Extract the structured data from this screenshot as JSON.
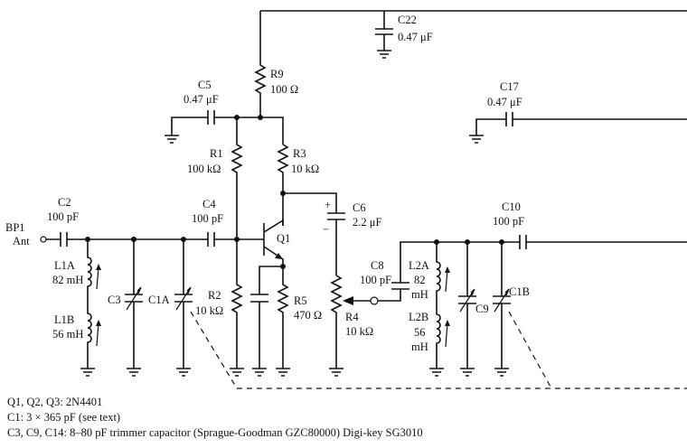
{
  "labels": {
    "bp1": "BP1",
    "ant": "Ant",
    "c2_name": "C2",
    "c2_val": "100 pF",
    "l1a_name": "L1A",
    "l1a_val": "82 mH",
    "l1b_name": "L1B",
    "l1b_val": "56 mH",
    "c3": "C3",
    "c1a": "C1A",
    "c4_name": "C4",
    "c4_val": "100 pF",
    "c5_name": "C5",
    "c5_val": "0.47 μF",
    "r9_name": "R9",
    "r9_val": "100 Ω",
    "c22_name": "C22",
    "c22_val": "0.47 μF",
    "r1_name": "R1",
    "r1_val": "100 kΩ",
    "r3_name": "R3",
    "r3_val": "10 kΩ",
    "q1": "Q1",
    "r2_name": "R2",
    "r2_val": "10 kΩ",
    "r5_name": "R5",
    "r5_val": "470 Ω",
    "c6_name": "C6",
    "c6_val": "2.2 μF",
    "plus": "+",
    "minus": "−",
    "r4_name": "R4",
    "r4_val": "10 kΩ",
    "c8_name": "C8",
    "c8_val": "100 pF",
    "l2a_name": "L2A",
    "l2a_v1": "82",
    "l2a_v2": "mH",
    "l2b_name": "L2B",
    "l2b_v1": "56",
    "l2b_v2": "mH",
    "c9": "C9",
    "c1b": "C1B",
    "c10_name": "C10",
    "c10_val": "100 pF",
    "c17_name": "C17",
    "c17_val": "0.47 μF"
  },
  "notes": {
    "line1": "Q1, Q2, Q3:  2N4401",
    "line2": "C1:  3 × 365 pF (see text)",
    "line3": "C3, C9, C14:  8–80 pF trimmer capacitor (Sprague-Goodman GZC80000) Digi-key SG3010"
  }
}
